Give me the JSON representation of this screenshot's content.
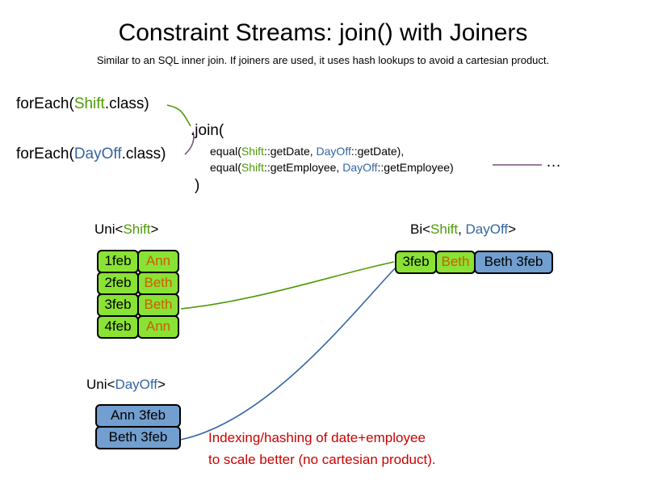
{
  "title": "Constraint Streams: join() with Joiners",
  "subtitle": "Similar to an SQL inner join. If joiners are used, it uses hash lookups to avoid a cartesian product.",
  "code": {
    "foreach_shift": {
      "pre": "forEach(",
      "cls": "Shift",
      "post": ".class)"
    },
    "foreach_dayoff": {
      "pre": "forEach(",
      "cls": "DayOff",
      "post": ".class)"
    },
    "join_open": ".join(",
    "equal_date": {
      "pre": "equal(",
      "shift": "Shift",
      "mid": "::getDate, ",
      "dayoff": "DayOff",
      "post": "::getDate),"
    },
    "equal_employee": {
      "pre": "equal(",
      "shift": "Shift",
      "mid": "::getEmployee, ",
      "dayoff": "DayOff",
      "post": "::getEmployee)"
    },
    "join_close": ")",
    "ellipsis": "…"
  },
  "uni_shift": {
    "label": {
      "pre": "Uni<",
      "cls": "Shift",
      "post": ">"
    },
    "rows": [
      {
        "date": "1feb",
        "name": "Ann"
      },
      {
        "date": "2feb",
        "name": "Beth"
      },
      {
        "date": "3feb",
        "name": "Beth"
      },
      {
        "date": "4feb",
        "name": "Ann"
      }
    ]
  },
  "uni_dayoff": {
    "label": {
      "pre": "Uni<",
      "cls": "DayOff",
      "post": ">"
    },
    "rows": [
      {
        "text": "Ann 3feb"
      },
      {
        "text": "Beth 3feb"
      }
    ]
  },
  "bi": {
    "label": {
      "pre": "Bi<",
      "shift": "Shift",
      "sep": ", ",
      "dayoff": "DayOff",
      "post": ">"
    },
    "cells": {
      "date": "3feb",
      "name": "Beth",
      "pair": "Beth 3feb"
    }
  },
  "note": {
    "line1": "Indexing/hashing of date+employee",
    "line2": "to scale better (no cartesian product)."
  },
  "colors": {
    "shift_green": "#4E9A06",
    "dayoff_blue": "#3465A4",
    "cell_green_fill": "#8AE234",
    "cell_blue_fill": "#729FCF",
    "name_orange": "#CE5C00",
    "note_red": "#CC0000",
    "connector_purple": "#75507B",
    "connector_green": "#4E9A06",
    "connector_blue": "#3465A4"
  }
}
